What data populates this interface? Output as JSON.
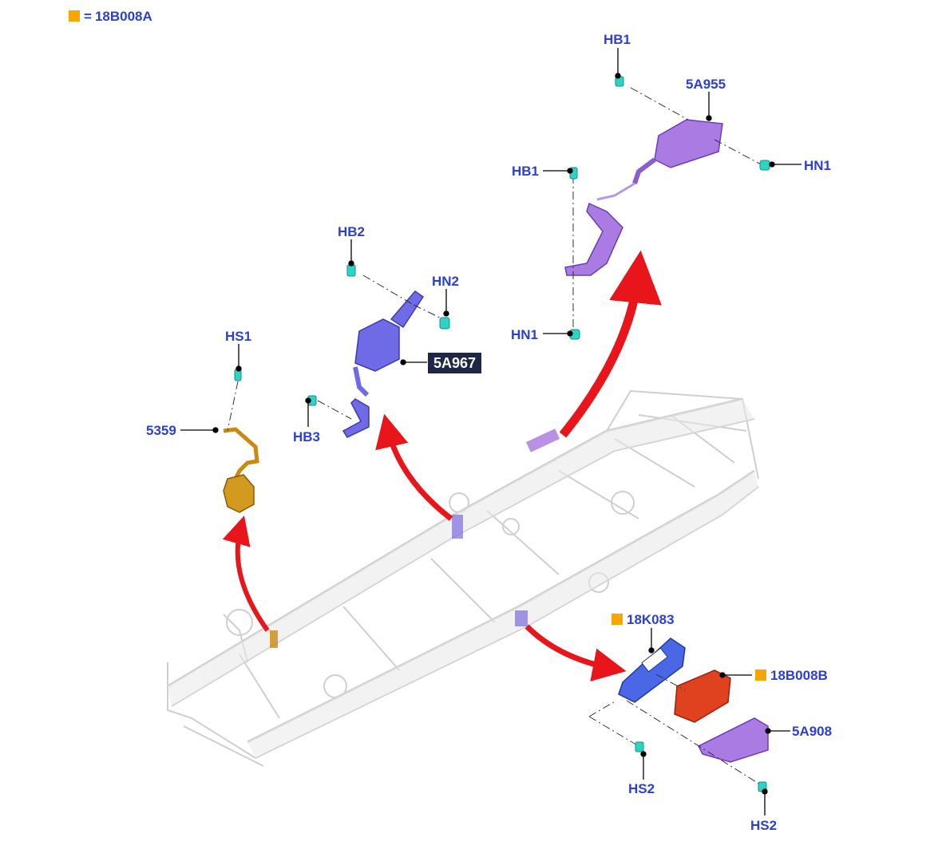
{
  "legend": {
    "swatch_color": "#f7a600",
    "equals": "=",
    "code": "18B008A"
  },
  "labels": {
    "hb1_top": "HB1",
    "s5a955": "5A955",
    "hb1_mid": "HB1",
    "hn1_right": "HN1",
    "hn1_left": "HN1",
    "hb2": "HB2",
    "hn2": "HN2",
    "s5a967": "5A967",
    "hb3": "HB3",
    "hs1": "HS1",
    "s5359": "5359",
    "s18k083": "18K083",
    "s18b008b": "18B008B",
    "s5a908": "5A908",
    "hs2_left": "HS2",
    "hs2_right": "HS2"
  },
  "colors": {
    "label_blue": "#2b3fd6",
    "arrow_red": "#e8161b",
    "purple_part": "#9a63d6",
    "blue_part": "#5a5ad8",
    "orange_part": "#c98a10",
    "red_part": "#e0421f",
    "cyan_fastener": "#2fd3c6",
    "frame_gray": "#d9d9d9",
    "callout_box": "#1f2747"
  },
  "icons": [
    "chassis-frame",
    "sensor-bracket",
    "fastener-bolt",
    "fastener-nut",
    "relocation-arrow"
  ]
}
